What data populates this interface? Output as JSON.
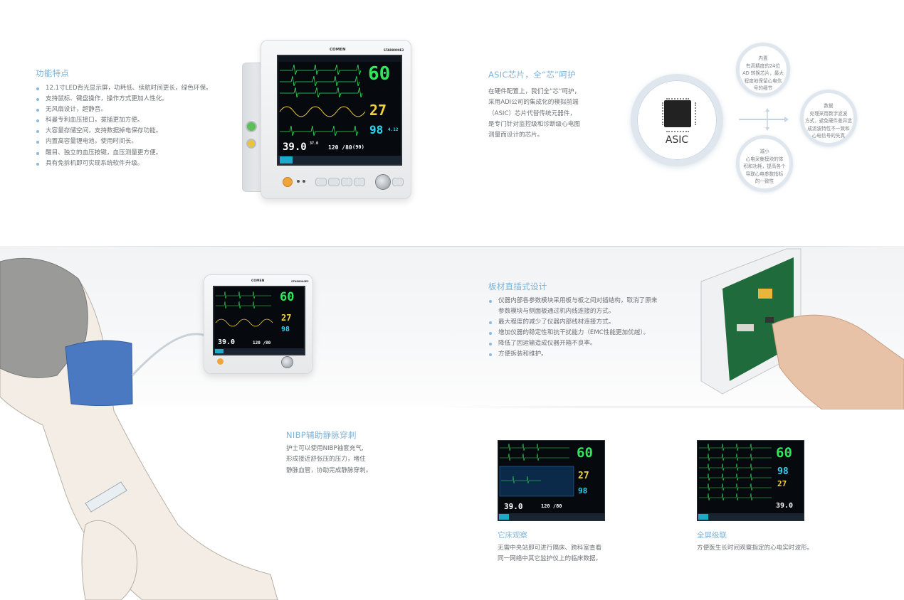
{
  "features": {
    "title": "功能特点",
    "items": [
      "12.1寸LED背光显示屏，功耗低、续航时间更长，绿色环保。",
      "支持鼠标、键盘操作，操作方式更加人性化。",
      "无风扇设计，超静音。",
      "科曼专利血压接口，拔插更加方便。",
      "大容量存储空间，支持数据掉电保存功能。",
      "内置高容量锂电池，使用时间长。",
      "醒目、独立的血压按键，血压测量更方便。",
      "具有免拆机即可实现系统软件升级。"
    ]
  },
  "monitor": {
    "brand": "COMEN",
    "model": "STAR8000E3",
    "hr": "60",
    "spo2": "27",
    "resp": "98",
    "temp": "39.0",
    "nibp": "120 /80",
    "nibp_map": "(90)",
    "temp_sub": "37.0",
    "small_val": "4.12"
  },
  "asic": {
    "title": "ASIC芯片，全“芯”呵护",
    "body": [
      "在硬件配置上，我们全“芯”呵护，",
      "采用ADI公司的集成化的模拟前端",
      "（ASIC）芯片代替传统元器件，",
      "是专门针对监控级和诊断级心电图",
      "测量而设计的芯片。"
    ],
    "chip_label": "ASIC",
    "circle_top": [
      "内置",
      "有高精度的24位",
      "AD 转换芯片，最大",
      "程度地保留心电信",
      "号的细节"
    ],
    "circle_right": [
      "数据",
      "处理采用数字滤波",
      "方式，避免硬件差异造",
      "成滤波特性不一致和",
      "心电信号的失真"
    ],
    "circle_bottom": [
      "减小",
      "心电采集模块的体",
      "积和功耗，提高各个",
      "导联心电参数指标",
      "的一致性"
    ]
  },
  "board": {
    "title": "板材直插式设计",
    "items": [
      "仪器内部各参数模块采用板与板之间对插结构，取消了原来参数模块与侧面板通过机内线连接的方式。",
      "最大程度的减少了仪器内部线材连接方式。",
      "增加仪器的稳定性和抗干扰能力（EMC性能更加优越）。",
      "降低了因运输造成仪器开箱不良率。",
      "方便拆装和维护。"
    ]
  },
  "nibp": {
    "title": "NIBP辅助静脉穿刺",
    "body": [
      "护士可以使用NIBP袖套充气,",
      "形成接近舒张压的压力，堵住",
      "静脉血管，协助完成静脉穿刺。"
    ]
  },
  "bedside": {
    "title": "它床观察",
    "body": [
      "无需中央站即可进行隔床、跨科室查看",
      "同一网络中其它监护仪上的临床数据。"
    ]
  },
  "fullscreen": {
    "title": "全屏级联",
    "body": [
      "方便医生长时间观察指定的心电实时波形。"
    ]
  },
  "colors": {
    "accent": "#7fb2d6",
    "hr_green": "#2ee85a",
    "spo2_yellow": "#f2d23a",
    "resp_cyan": "#2ad6f0",
    "selected_tab": "#1fa9c8"
  }
}
